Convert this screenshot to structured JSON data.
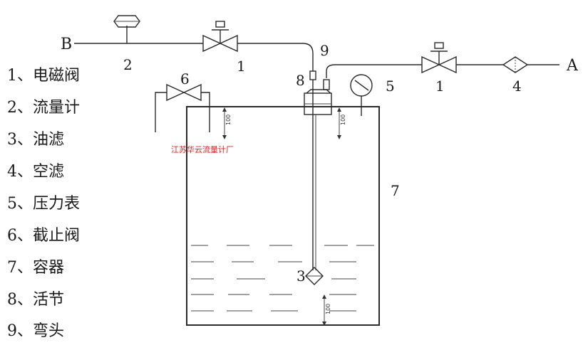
{
  "labels": {
    "inlet_b": "B",
    "inlet_a": "A",
    "flowmeter_num": "2",
    "valve_left_num": "1",
    "elbow_num": "9",
    "union_num": "8",
    "valve_right_num": "1",
    "gauge_num": "5",
    "air_filter_num": "4",
    "stop_valve_num": "6",
    "container_num": "7",
    "oil_filter_num": "3"
  },
  "dims": {
    "left_top": "100",
    "right_top": "100",
    "bottom": "100"
  },
  "watermark": "江苏华云流量计厂",
  "legend": [
    "1、电磁阀",
    "2、流量计",
    "3、油滤",
    "4、空滤",
    "5、压力表",
    "6、截止阀",
    "7、容器",
    "8、活节",
    "9、弯头"
  ]
}
